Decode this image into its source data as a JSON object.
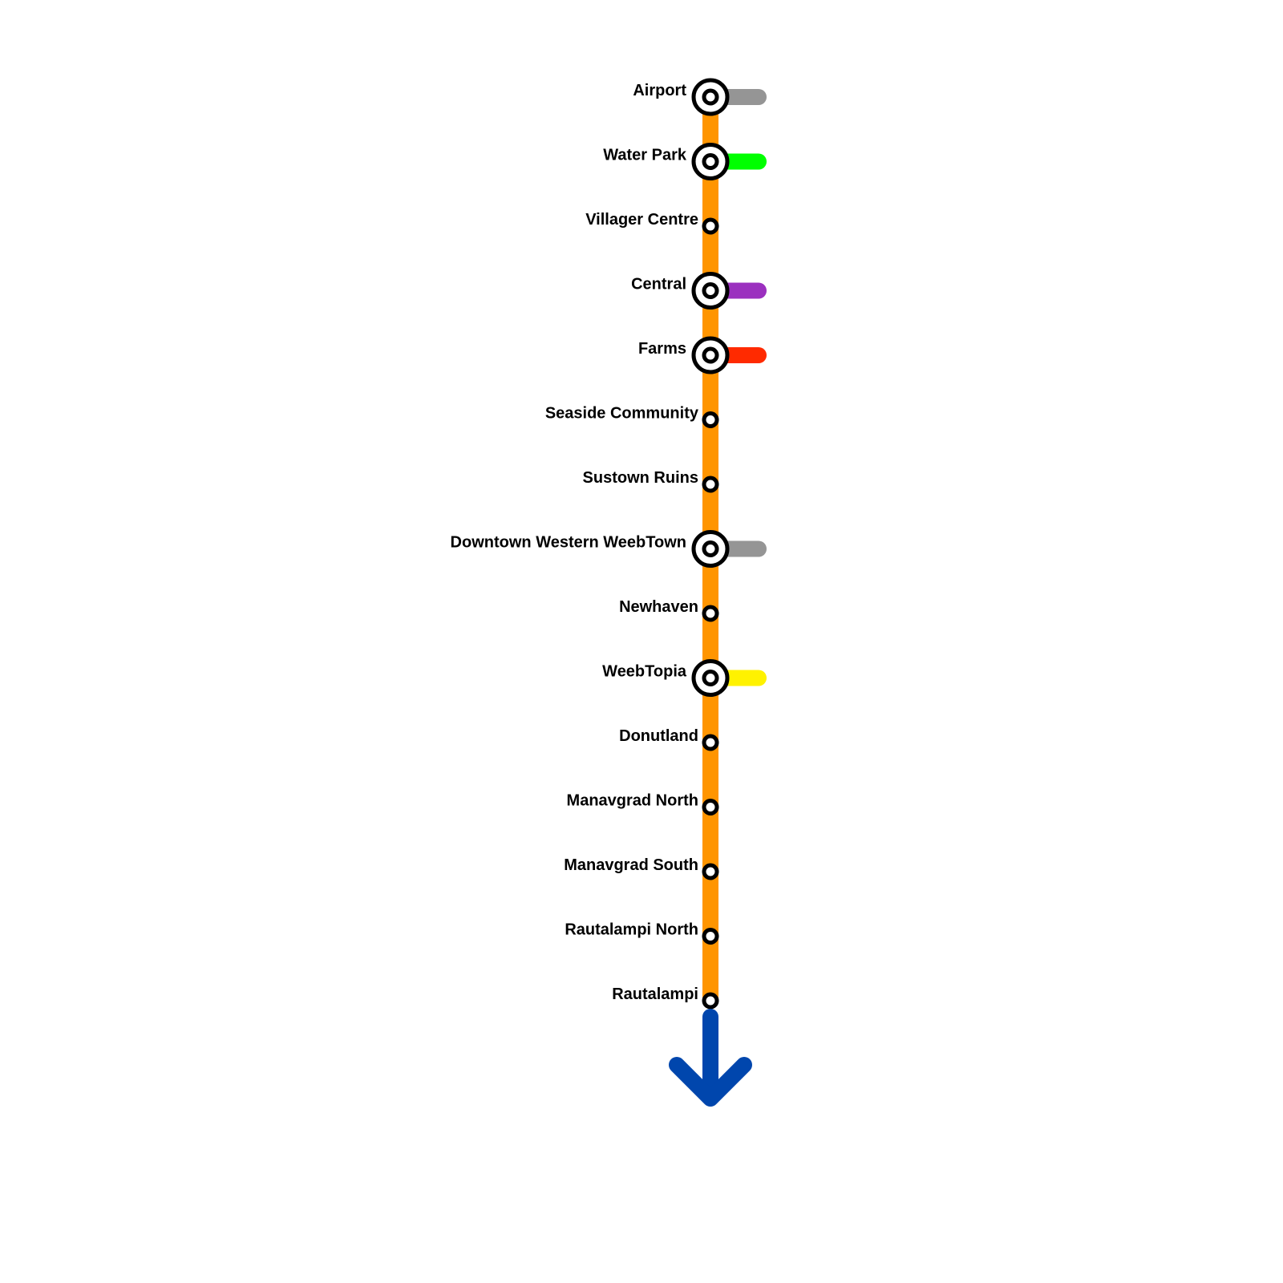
{
  "line": {
    "color": "#FF9500",
    "direction_arrow_color": "#0046AD",
    "direction_arrow_icon": "down-arrow-icon"
  },
  "stations": [
    {
      "name": "Airport",
      "interchange": true,
      "branch_color": "#959595"
    },
    {
      "name": "Water Park",
      "interchange": true,
      "branch_color": "#00FF00"
    },
    {
      "name": "Villager Centre",
      "interchange": false
    },
    {
      "name": "Central",
      "interchange": true,
      "branch_color": "#9B30BF"
    },
    {
      "name": "Farms",
      "interchange": true,
      "branch_color": "#FF2A00"
    },
    {
      "name": "Seaside Community",
      "interchange": false
    },
    {
      "name": "Sustown Ruins",
      "interchange": false
    },
    {
      "name": "Downtown Western WeebTown",
      "interchange": true,
      "branch_color": "#959595"
    },
    {
      "name": "Newhaven",
      "interchange": false
    },
    {
      "name": "WeebTopia",
      "interchange": true,
      "branch_color": "#FFF200"
    },
    {
      "name": "Donutland",
      "interchange": false
    },
    {
      "name": "Manavgrad North",
      "interchange": false
    },
    {
      "name": "Manavgrad South",
      "interchange": false
    },
    {
      "name": "Rautalampi North",
      "interchange": false
    },
    {
      "name": "Rautalampi",
      "interchange": false
    }
  ]
}
